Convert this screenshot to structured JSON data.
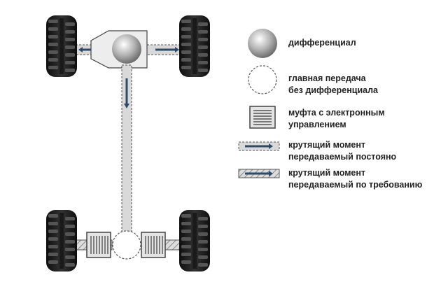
{
  "colors": {
    "tire": "#1e1e1e",
    "tread": "#4a4a4a",
    "shaft_fill": "#d9d9d9",
    "shaft_stroke": "#555555",
    "arrow": "#2f4a66",
    "differential_center": "#ffffff",
    "differential_edge": "#6e6e6e",
    "text": "#222222"
  },
  "icons": {
    "differential": "differential-ball-icon",
    "final_drive_open": "final-drive-dashed-circle-icon",
    "coupling": "electronic-coupling-icon",
    "torque_constant": "solid-shaft-arrow-icon",
    "torque_on_demand": "hatched-shaft-arrow-icon"
  },
  "legend": {
    "differential": [
      "дифференциал"
    ],
    "final_drive": [
      "главная передача",
      "без дифференциала"
    ],
    "coupling": [
      "муфта с электронным",
      "управлением"
    ],
    "torque_constant": [
      "крутящий момент",
      "передаваемый постояно"
    ],
    "torque_on_demand": [
      "крутящий момент",
      "передаваемый по требованию"
    ]
  }
}
